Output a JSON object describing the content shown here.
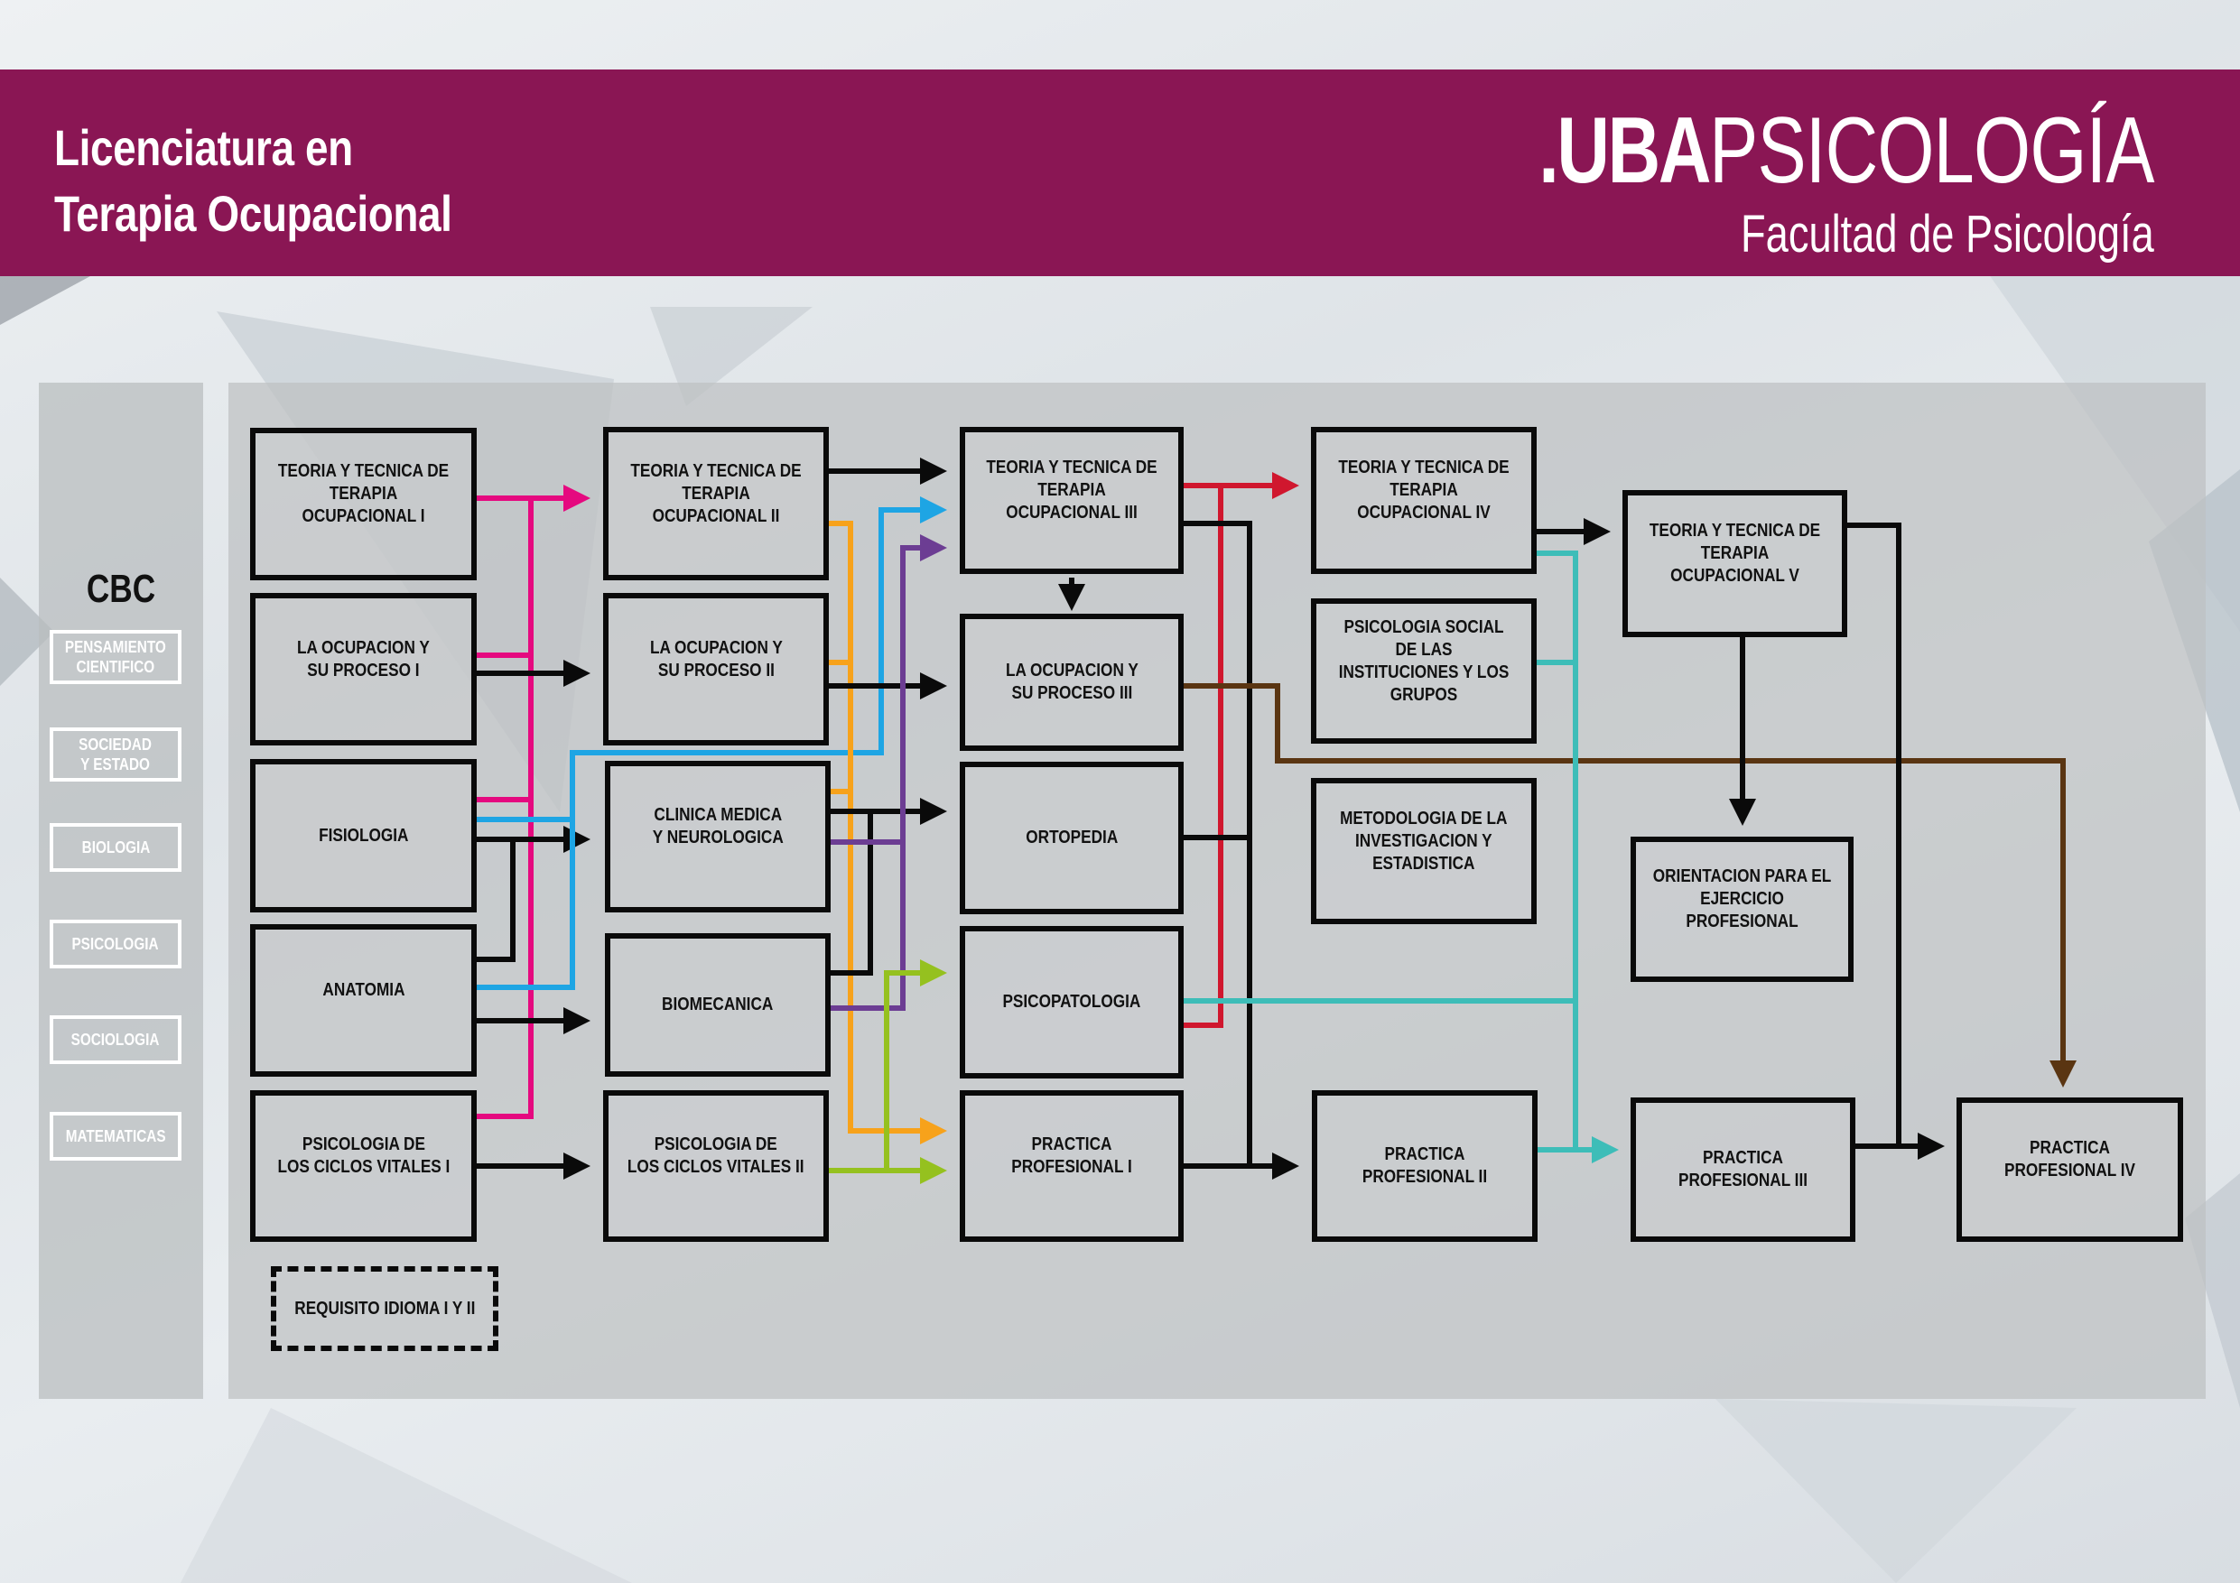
{
  "header": {
    "title_line1": "Licenciatura en",
    "title_line2": "Terapia Ocupacional",
    "brand_uba": ".UBA",
    "brand_psicologia": "PSICOLOGÍA",
    "brand_subtitle": "Facultad de Psicología",
    "background_color": "#8a1654"
  },
  "cbc": {
    "title": "CBC",
    "items": [
      {
        "label": "PENSAMIENTO\nCIENTIFICO"
      },
      {
        "label": "SOCIEDAD\nY ESTADO"
      },
      {
        "label": "BIOLOGIA"
      },
      {
        "label": "PSICOLOGIA"
      },
      {
        "label": "SOCIOLOGIA"
      },
      {
        "label": "MATEMATICAS"
      }
    ]
  },
  "subjects": {
    "tto1": "TEORIA Y TECNICA DE\nTERAPIA OCUPACIONAL I",
    "ocu1": "LA OCUPACION Y\nSU PROCESO I",
    "fisiologia": "FISIOLOGIA",
    "anatomia": "ANATOMIA",
    "pcv1": "PSICOLOGIA DE\nLOS CICLOS VITALES I",
    "idioma": "REQUISITO IDIOMA I Y II",
    "tto2": "TEORIA Y TECNICA DE\nTERAPIA OCUPACIONAL II",
    "ocu2": "LA OCUPACION Y\nSU PROCESO II",
    "clinica": "CLINICA MEDICA\nY NEUROLOGICA",
    "biomecanica": "BIOMECANICA",
    "pcv2": "PSICOLOGIA DE\nLOS CICLOS VITALES II",
    "tto3": "TEORIA Y TECNICA DE\nTERAPIA OCUPACIONAL III",
    "ocu3": "LA OCUPACION Y\nSU PROCESO III",
    "ortopedia": "ORTOPEDIA",
    "psicopatologia": "PSICOPATOLOGIA",
    "pp1": "PRACTICA PROFESIONAL I",
    "tto4": "TEORIA Y TECNICA DE\nTERAPIA OCUPACIONAL IV",
    "psisocial": "PSICOLOGIA SOCIAL DE LAS\nINSTITUCIONES Y LOS\nGRUPOS",
    "metodologia": "METODOLOGIA DE LA\nINVESTIGACION Y\nESTADISTICA",
    "pp2": "PRACTICA PROFESIONAL II",
    "tto5": "TEORIA Y TECNICA DE\nTERAPIA OCUPACIONAL V",
    "orientacion": "ORIENTACION PARA EL\nEJERCICIO PROFESIONAL",
    "pp3": "PRACTICA PROFESIONAL III",
    "pp4": "PRACTICA PROFESIONAL IV"
  },
  "line_colors": {
    "black": "#0a0a0a",
    "magenta": "#e5097f",
    "blue": "#1ea5e4",
    "orange": "#f7a21b",
    "purple": "#6c3d93",
    "green": "#95c11f",
    "red": "#d0172e",
    "brown": "#5a3512",
    "teal": "#3dbdb8"
  },
  "connections": [
    {
      "from": "tto1",
      "to": "tto2",
      "color": "magenta"
    },
    {
      "from": "ocu1",
      "to": "tto2",
      "color": "magenta"
    },
    {
      "from": "fisiologia",
      "to": "tto2",
      "color": "magenta"
    },
    {
      "from": "pcv1",
      "to": "tto2",
      "color": "magenta"
    },
    {
      "from": "ocu1",
      "to": "ocu2",
      "color": "black"
    },
    {
      "from": "fisiologia",
      "to": "clinica",
      "color": "black"
    },
    {
      "from": "anatomia",
      "to": "clinica",
      "color": "black"
    },
    {
      "from": "anatomia",
      "to": "biomecanica",
      "color": "black"
    },
    {
      "from": "pcv1",
      "to": "pcv2",
      "color": "black"
    },
    {
      "from": "fisiologia",
      "to": "tto3",
      "color": "blue"
    },
    {
      "from": "anatomia",
      "to": "tto3",
      "color": "blue"
    },
    {
      "from": "tto2",
      "to": "tto3",
      "color": "black"
    },
    {
      "from": "clinica",
      "to": "tto3",
      "color": "purple"
    },
    {
      "from": "biomecanica",
      "to": "tto3",
      "color": "purple"
    },
    {
      "from": "ocu2",
      "to": "ocu3",
      "color": "black"
    },
    {
      "from": "tto3",
      "to": "ocu3",
      "color": "black"
    },
    {
      "from": "clinica",
      "to": "ortopedia",
      "color": "black"
    },
    {
      "from": "biomecanica",
      "to": "ortopedia",
      "color": "black"
    },
    {
      "from": "pcv2",
      "to": "psicopatologia",
      "color": "green"
    },
    {
      "from": "pcv2",
      "to": "pp1",
      "color": "green"
    },
    {
      "from": "tto2",
      "to": "pp1",
      "color": "orange"
    },
    {
      "from": "ocu2",
      "to": "pp1",
      "color": "orange"
    },
    {
      "from": "clinica",
      "to": "pp1",
      "color": "orange"
    },
    {
      "from": "tto3",
      "to": "tto4",
      "color": "red"
    },
    {
      "from": "psicopatologia",
      "to": "tto4",
      "color": "red"
    },
    {
      "from": "tto3",
      "to": "pp2",
      "color": "black"
    },
    {
      "from": "ortopedia",
      "to": "pp2",
      "color": "black"
    },
    {
      "from": "pp1",
      "to": "pp2",
      "color": "black"
    },
    {
      "from": "ocu3",
      "to": "pp4",
      "color": "brown"
    },
    {
      "from": "tto4",
      "to": "tto5",
      "color": "black"
    },
    {
      "from": "tto4",
      "to": "pp3",
      "color": "teal"
    },
    {
      "from": "psisocial",
      "to": "pp3",
      "color": "teal"
    },
    {
      "from": "psicopatologia",
      "to": "pp3",
      "color": "teal"
    },
    {
      "from": "pp2",
      "to": "pp3",
      "color": "teal"
    },
    {
      "from": "tto5",
      "to": "orientacion",
      "color": "black"
    },
    {
      "from": "tto5",
      "to": "pp4",
      "color": "black"
    },
    {
      "from": "pp3",
      "to": "pp4",
      "color": "black"
    }
  ]
}
